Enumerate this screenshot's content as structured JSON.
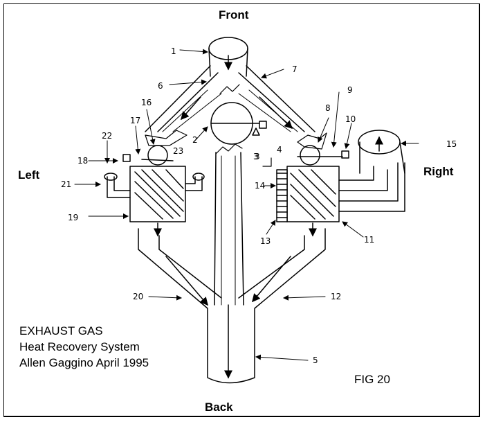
{
  "directions": {
    "front": "Front",
    "back": "Back",
    "left": "Left",
    "right": "Right"
  },
  "title": {
    "line1": "EXHAUST GAS",
    "line2": "Heat Recovery System",
    "line3": "Allen Gaggino April 1995"
  },
  "figure_label": "FIG 20",
  "callouts": [
    {
      "id": "c1",
      "num": "1"
    },
    {
      "id": "c2",
      "num": "2"
    },
    {
      "id": "c3",
      "num": "3"
    },
    {
      "id": "c4",
      "num": "4"
    },
    {
      "id": "c5",
      "num": "5"
    },
    {
      "id": "c6",
      "num": "6"
    },
    {
      "id": "c7",
      "num": "7"
    },
    {
      "id": "c8",
      "num": "8"
    },
    {
      "id": "c9",
      "num": "9"
    },
    {
      "id": "c10",
      "num": "10"
    },
    {
      "id": "c11",
      "num": "11"
    },
    {
      "id": "c12",
      "num": "12"
    },
    {
      "id": "c13",
      "num": "13"
    },
    {
      "id": "c14",
      "num": "14"
    },
    {
      "id": "c15",
      "num": "15"
    },
    {
      "id": "c16",
      "num": "16"
    },
    {
      "id": "c17",
      "num": "17"
    },
    {
      "id": "c18",
      "num": "18"
    },
    {
      "id": "c19",
      "num": "19"
    },
    {
      "id": "c20",
      "num": "20"
    },
    {
      "id": "c21",
      "num": "21"
    },
    {
      "id": "c22",
      "num": "22"
    },
    {
      "id": "c23",
      "num": "23"
    },
    {
      "id": "c3b",
      "num": "3"
    }
  ]
}
